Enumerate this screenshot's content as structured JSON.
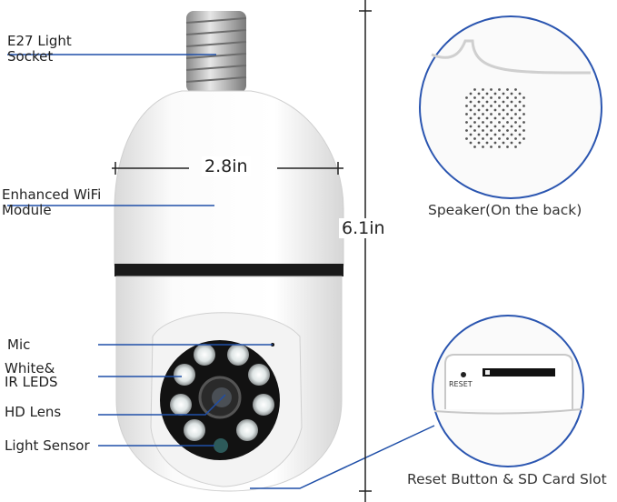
{
  "labels": {
    "socket": [
      "E27 Light",
      "Socket"
    ],
    "wifi": [
      "Enhanced WiFi",
      "Module"
    ],
    "mic": "Mic",
    "leds": [
      "White&",
      "IR LEDS"
    ],
    "lens": "HD Lens",
    "sensor": "Light Sensor"
  },
  "dimensions": {
    "width": "2.8in",
    "height": "6.1in"
  },
  "insets": {
    "speaker": {
      "caption": "Speaker(On the back)"
    },
    "reset": {
      "caption": "Reset Button & SD Card Slot",
      "button_text": "RESET"
    }
  },
  "colors": {
    "callout_line": "#1f4fa8",
    "inset_circle": "#2a55b0",
    "band": "#1a1a1a"
  }
}
